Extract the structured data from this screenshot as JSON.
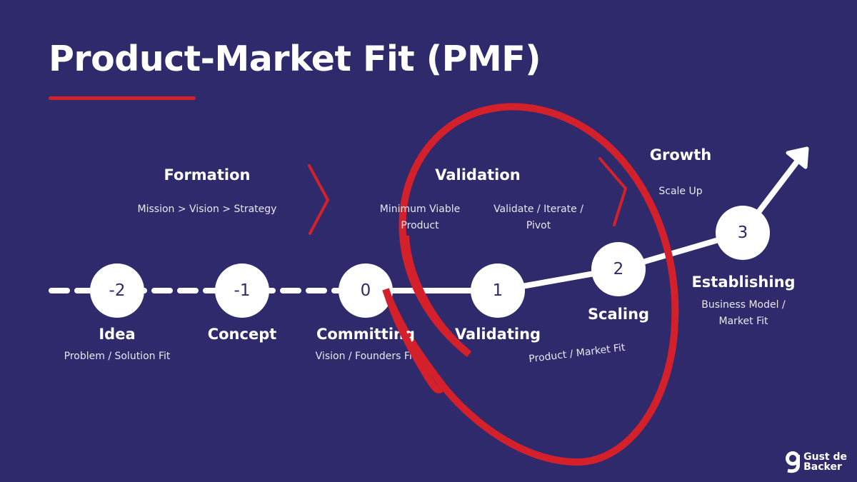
{
  "title": "Product-Market Fit (PMF)",
  "colors": {
    "background": "#2e2a6b",
    "accent": "#d4202a",
    "node_fill": "#ffffff",
    "text": "#ffffff"
  },
  "phases": [
    {
      "label": "Formation",
      "sub": [
        "Mission > Vision > Strategy"
      ]
    },
    {
      "label": "Validation",
      "sub": [
        "Minimum Viable Product",
        "Validate / Iterate / Pivot"
      ]
    },
    {
      "label": "Growth",
      "sub": [
        "Scale Up"
      ]
    }
  ],
  "stages": [
    {
      "number": "-2",
      "label": "Idea",
      "sub": "Problem / Solution Fit"
    },
    {
      "number": "-1",
      "label": "Concept",
      "sub": ""
    },
    {
      "number": "0",
      "label": "Committing",
      "sub": "Vision / Founders Fit"
    },
    {
      "number": "1",
      "label": "Validating",
      "sub": ""
    },
    {
      "number": "2",
      "label": "Scaling",
      "sub": "Product / Market Fit"
    },
    {
      "number": "3",
      "label": "Establishing",
      "sub": "Business Model / Market Fit"
    }
  ],
  "logo": {
    "line1": "Gust de",
    "line2": "Backer",
    "icon": "g-logo-icon"
  }
}
